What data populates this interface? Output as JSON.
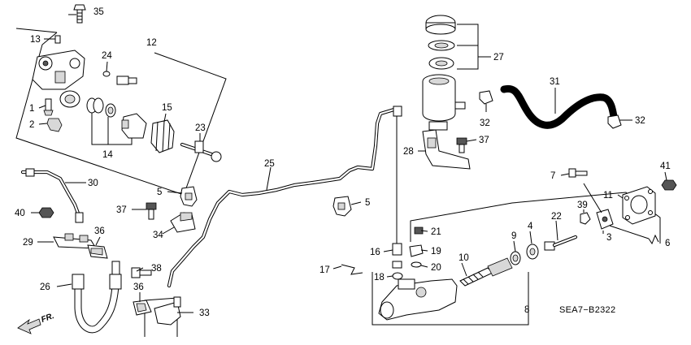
{
  "diagram_code": "SEA7−B2322",
  "direction_marker": "FR.",
  "callouts": [
    {
      "id": "c1",
      "text": "1"
    },
    {
      "id": "c2",
      "text": "2"
    },
    {
      "id": "c3",
      "text": "3"
    },
    {
      "id": "c4",
      "text": "4"
    },
    {
      "id": "c5a",
      "text": "5"
    },
    {
      "id": "c5b",
      "text": "5"
    },
    {
      "id": "c6",
      "text": "6"
    },
    {
      "id": "c7",
      "text": "7"
    },
    {
      "id": "c8",
      "text": "8"
    },
    {
      "id": "c9",
      "text": "9"
    },
    {
      "id": "c10",
      "text": "10"
    },
    {
      "id": "c11",
      "text": "11"
    },
    {
      "id": "c12",
      "text": "12"
    },
    {
      "id": "c13",
      "text": "13"
    },
    {
      "id": "c14",
      "text": "14"
    },
    {
      "id": "c15",
      "text": "15"
    },
    {
      "id": "c16",
      "text": "16"
    },
    {
      "id": "c17",
      "text": "17"
    },
    {
      "id": "c18",
      "text": "18"
    },
    {
      "id": "c19",
      "text": "19"
    },
    {
      "id": "c20",
      "text": "20"
    },
    {
      "id": "c21",
      "text": "21"
    },
    {
      "id": "c22",
      "text": "22"
    },
    {
      "id": "c23",
      "text": "23"
    },
    {
      "id": "c24",
      "text": "24"
    },
    {
      "id": "c25",
      "text": "25"
    },
    {
      "id": "c26",
      "text": "26"
    },
    {
      "id": "c27",
      "text": "27"
    },
    {
      "id": "c28",
      "text": "28"
    },
    {
      "id": "c29",
      "text": "29"
    },
    {
      "id": "c30",
      "text": "30"
    },
    {
      "id": "c31",
      "text": "31"
    },
    {
      "id": "c32a",
      "text": "32"
    },
    {
      "id": "c32b",
      "text": "32"
    },
    {
      "id": "c33",
      "text": "33"
    },
    {
      "id": "c34",
      "text": "34"
    },
    {
      "id": "c35",
      "text": "35"
    },
    {
      "id": "c36a",
      "text": "36"
    },
    {
      "id": "c36b",
      "text": "36"
    },
    {
      "id": "c37a",
      "text": "37"
    },
    {
      "id": "c37b",
      "text": "37"
    },
    {
      "id": "c38",
      "text": "38"
    },
    {
      "id": "c39",
      "text": "39"
    },
    {
      "id": "c40",
      "text": "40"
    },
    {
      "id": "c41",
      "text": "41"
    }
  ]
}
